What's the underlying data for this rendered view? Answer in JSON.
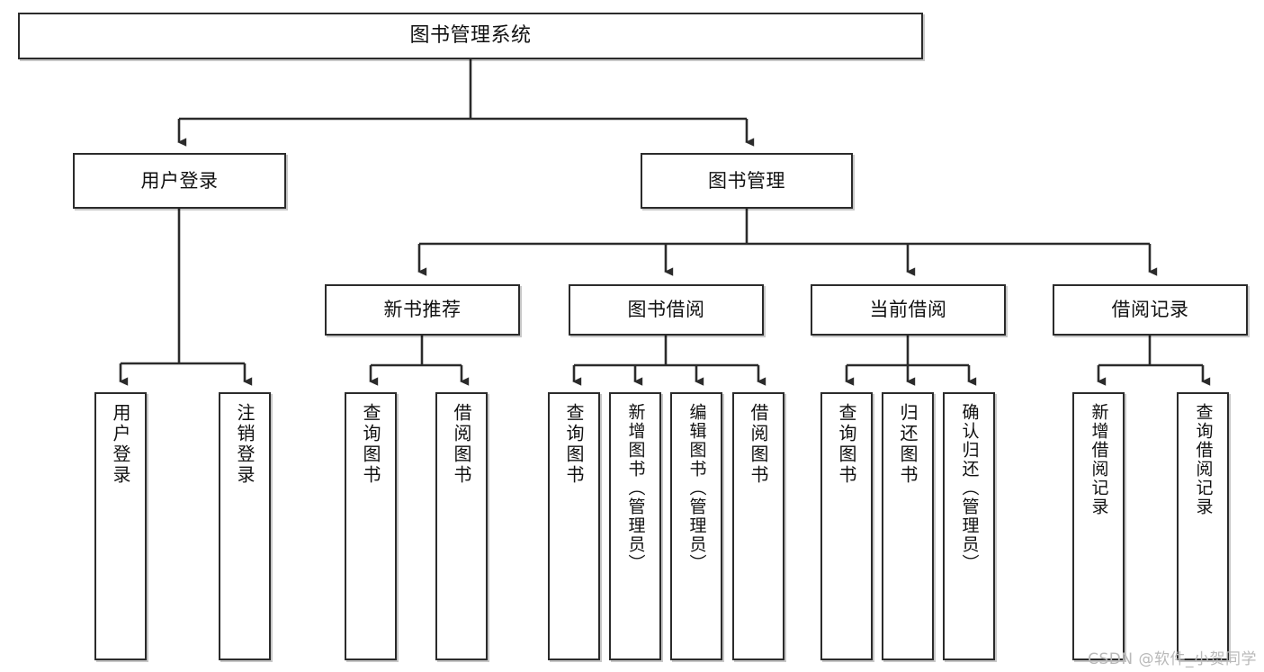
{
  "diagram": {
    "title": "图书管理系统",
    "root": {
      "label": "图书管理系统"
    },
    "level1": [
      {
        "label": "用户登录"
      },
      {
        "label": "图书管理"
      }
    ],
    "level2": [
      {
        "label": "新书推荐"
      },
      {
        "label": "图书借阅"
      },
      {
        "label": "当前借阅"
      },
      {
        "label": "借阅记录"
      }
    ],
    "leaves": {
      "user_login": [
        {
          "label": "用户登录"
        },
        {
          "label": "注销登录"
        }
      ],
      "new_book_rec": [
        {
          "label": "查询图书"
        },
        {
          "label": "借阅图书"
        }
      ],
      "book_borrow": [
        {
          "label": "查询图书"
        },
        {
          "label": "新增图书（管理员）"
        },
        {
          "label": "编辑图书（管理员）"
        },
        {
          "label": "借阅图书"
        }
      ],
      "current_borrow": [
        {
          "label": "查询图书"
        },
        {
          "label": "归还图书"
        },
        {
          "label": "确认归还（管理员）"
        }
      ],
      "borrow_record": [
        {
          "label": "新增借阅记录"
        },
        {
          "label": "查询借阅记录"
        }
      ]
    }
  },
  "watermark": {
    "text": "CSDN @软件_小贺同学"
  },
  "colors": {
    "box_border": "#2b2b2b",
    "box_fill": "#ffffff",
    "line": "#2b2b2b",
    "text": "#111111",
    "watermark": "#b9b9b9"
  }
}
